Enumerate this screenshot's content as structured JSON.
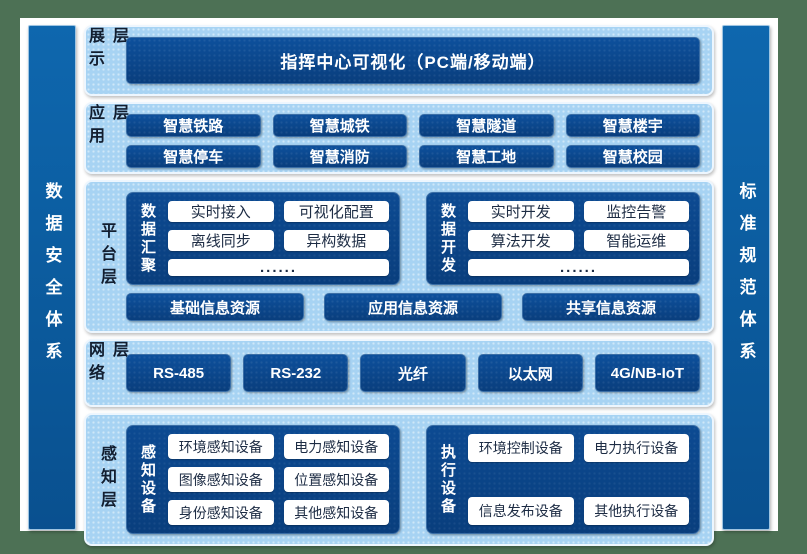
{
  "diagram": {
    "side_bars": {
      "left": "数据安全体系",
      "right": "标准规范体系"
    },
    "layers": [
      {
        "label": "展示层",
        "title_box": "指挥中心可视化（PC端/移动端）"
      },
      {
        "label": "应用层",
        "tiles": [
          "智慧铁路",
          "智慧城铁",
          "智慧隧道",
          "智慧楼宇",
          "智慧停车",
          "智慧消防",
          "智慧工地",
          "智慧校园"
        ]
      },
      {
        "label": "平台层",
        "groups": [
          {
            "label": "数据汇聚",
            "items": [
              "实时接入",
              "可视化配置",
              "离线同步",
              "异构数据"
            ],
            "more": "......"
          },
          {
            "label": "数据开发",
            "items": [
              "实时开发",
              "监控告警",
              "算法开发",
              "智能运维"
            ],
            "more": "......"
          }
        ],
        "resources": [
          "基础信息资源",
          "应用信息资源",
          "共享信息资源"
        ]
      },
      {
        "label": "网络层",
        "tiles": [
          "RS-485",
          "RS-232",
          "光纤",
          "以太网",
          "4G/NB-IoT"
        ]
      },
      {
        "label": "感知层",
        "groups": [
          {
            "label": "感知设备",
            "items": [
              "环境感知设备",
              "电力感知设备",
              "图像感知设备",
              "位置感知设备",
              "身份感知设备",
              "其他感知设备"
            ]
          },
          {
            "label": "执行设备",
            "items": [
              "环境控制设备",
              "电力执行设备",
              "信息发布设备",
              "其他执行设备"
            ]
          }
        ]
      }
    ],
    "colors": {
      "frame_green": "#4d7155",
      "panel_light_blue": "#a7d3f3",
      "tile_deep_blue": "#0a4488",
      "pillar_blue": "#0d62a6",
      "white_box": "#ffffff",
      "dark_text": "#1d2c44"
    }
  }
}
